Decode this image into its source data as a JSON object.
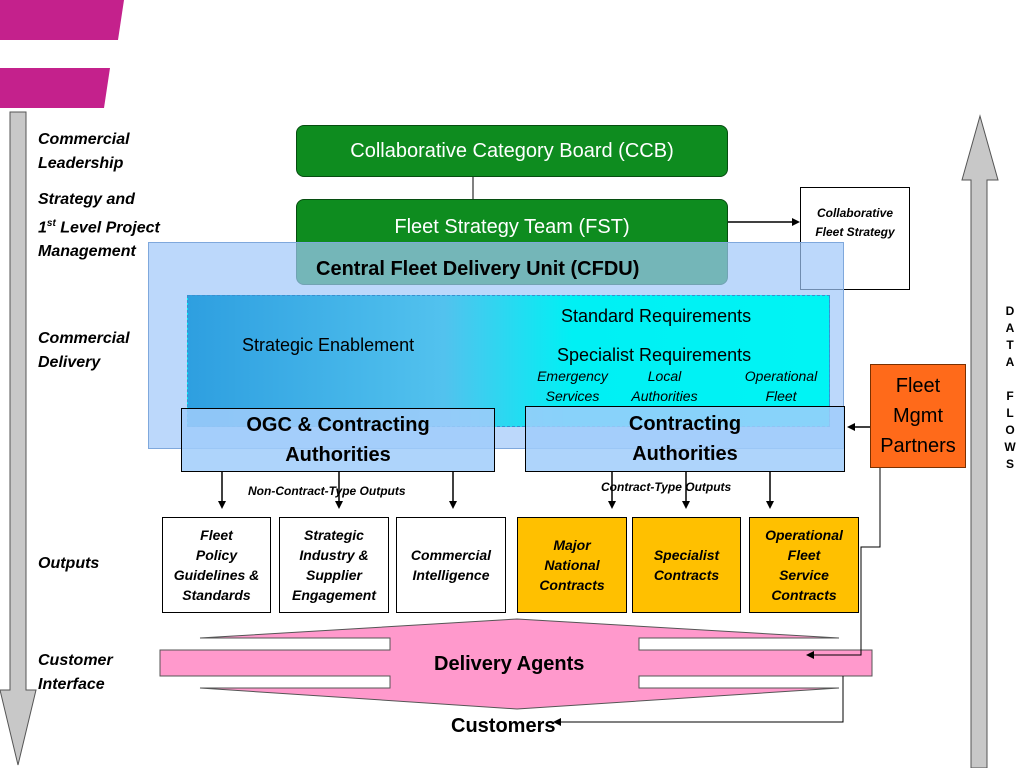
{
  "left_labels": {
    "commercial_leadership": [
      "Commercial",
      "Leadership"
    ],
    "strategy": [
      "Strategy and",
      "1",
      "st",
      " Level Project",
      "Management"
    ],
    "commercial_delivery": [
      "Commercial",
      "Delivery"
    ],
    "outputs": "Outputs",
    "customer_interface": [
      "Customer",
      "Interface"
    ]
  },
  "ccb": "Collaborative Category Board (CCB)",
  "fst": "Fleet Strategy Team (FST)",
  "collab_strategy": [
    "Collaborative",
    "Fleet Strategy"
  ],
  "cfdu": "Central Fleet Delivery Unit (CFDU)",
  "strategic_enablement": "Strategic Enablement",
  "standard_requirements": "Standard Requirements",
  "specialist_requirements": "Specialist Requirements",
  "specialist_items": [
    [
      "Emergency",
      "Services"
    ],
    [
      "Local",
      "Authorities"
    ],
    [
      "Operational",
      "Fleet"
    ]
  ],
  "ogc": [
    "OGC & Contracting",
    "Authorities"
  ],
  "contracting": [
    "Contracting",
    "Authorities"
  ],
  "fleet_partners": [
    "Fleet",
    "Mgmt",
    "Partners"
  ],
  "non_contract_outputs": "Non-Contract-Type Outputs",
  "contract_outputs": "Contract-Type Outputs",
  "outputs": [
    [
      "Fleet",
      "Policy",
      "Guidelines &",
      "Standards"
    ],
    [
      "Strategic",
      "Industry &",
      "Supplier",
      "Engagement"
    ],
    [
      "Commercial",
      "Intelligence"
    ],
    [
      "Major",
      "National",
      "Contracts"
    ],
    [
      "Specialist",
      "Contracts"
    ],
    [
      "Operational",
      "Fleet",
      "Service",
      "Contracts"
    ]
  ],
  "delivery_agents": "Delivery Agents",
  "customers": "Customers",
  "data_flows": [
    "D",
    "A",
    "T",
    "A",
    "",
    "F",
    "L",
    "O",
    "W",
    "S"
  ],
  "colors": {
    "magenta": "#C4218C",
    "green": "#0E8C1F",
    "light_blue": "#B7D7FB",
    "cyan": "#00F0F4",
    "orange": "#FF6A1A",
    "yellow": "#FFC000",
    "pink": "#FF99CC",
    "grey_arrow": "#C8C8C8"
  }
}
